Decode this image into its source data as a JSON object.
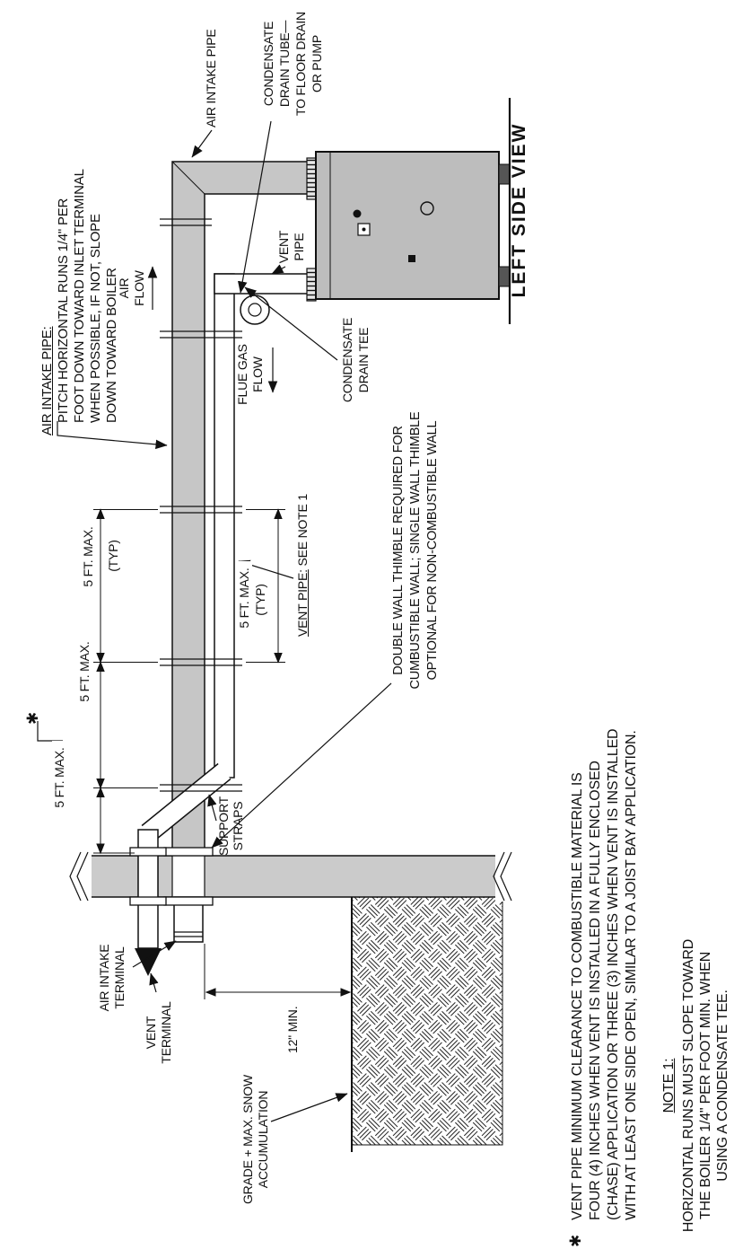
{
  "title": "LEFT SIDE VIEW",
  "labels": {
    "air_intake_pipe_note": {
      "heading": "AIR INTAKE PIPE:",
      "lines": [
        "PITCH HORIZONTAL RUNS 1/4\" PER",
        "FOOT DOWN TOWARD INLET TERMINAL",
        "WHEN POSSIBLE, IF NOT, SLOPE",
        "DOWN TOWARD BOILER"
      ]
    },
    "air_intake_pipe": "AIR INTAKE PIPE",
    "condensate_drain_tube": [
      "CONDENSATE",
      "DRAIN TUBE—",
      "TO FLOOR DRAIN",
      "OR PUMP"
    ],
    "air_flow": [
      "AIR",
      "FLOW"
    ],
    "vent_pipe": [
      "VENT",
      "PIPE"
    ],
    "flue_gas_flow": [
      "FLUE GAS",
      "FLOW"
    ],
    "condensate_drain_tee": [
      "CONDENSATE",
      "DRAIN TEE"
    ],
    "vent_pipe_note_ref": {
      "underlined": "VENT PIPE:",
      "rest": " SEE NOTE 1"
    },
    "wall_thimble_note": [
      "DOUBLE WALL THIMBLE REQUIRED FOR",
      "CUMBUSTIBLE WALL; SINGLE WALL THIMBLE",
      "OPTIONAL FOR NON-COMBUSTIBLE WALL"
    ],
    "support_straps": [
      "SUPPORT",
      "STRAPS"
    ],
    "air_intake_terminal": [
      "AIR INTAKE",
      "TERMINAL"
    ],
    "vent_terminal": [
      "VENT",
      "TERMINAL"
    ],
    "grade": [
      "GRADE + MAX. SNOW",
      "ACCUMULATION"
    ]
  },
  "dimensions": {
    "five_ft_max": "5 FT. MAX.",
    "typ": "(TYP)",
    "twelve_min": "12\" MIN.",
    "asterisk": "✱"
  },
  "notes": {
    "asterisk_note": {
      "marker": "✱",
      "lines": [
        "VENT PIPE MINIMUM CLEARANCE TO COMBUSTIBLE MATERIAL IS",
        "FOUR (4) INCHES WHEN VENT IS INSTALLED IN A FULLY ENCLOSED",
        "(CHASE) APPLICATION OR THREE (3) INCHES WHEN VENT IS INSTALLED",
        "WITH AT LEAST ONE SIDE OPEN, SIMILAR TO A JOIST BAY APPLICATION."
      ]
    },
    "note1": {
      "heading": "NOTE 1:",
      "lines": [
        "HORIZONTAL RUNS MUST SLOPE TOWARD",
        "THE BOILER 1/4\" PER FOOT MIN. WHEN",
        "USING A CONDENSATE TEE."
      ]
    }
  }
}
